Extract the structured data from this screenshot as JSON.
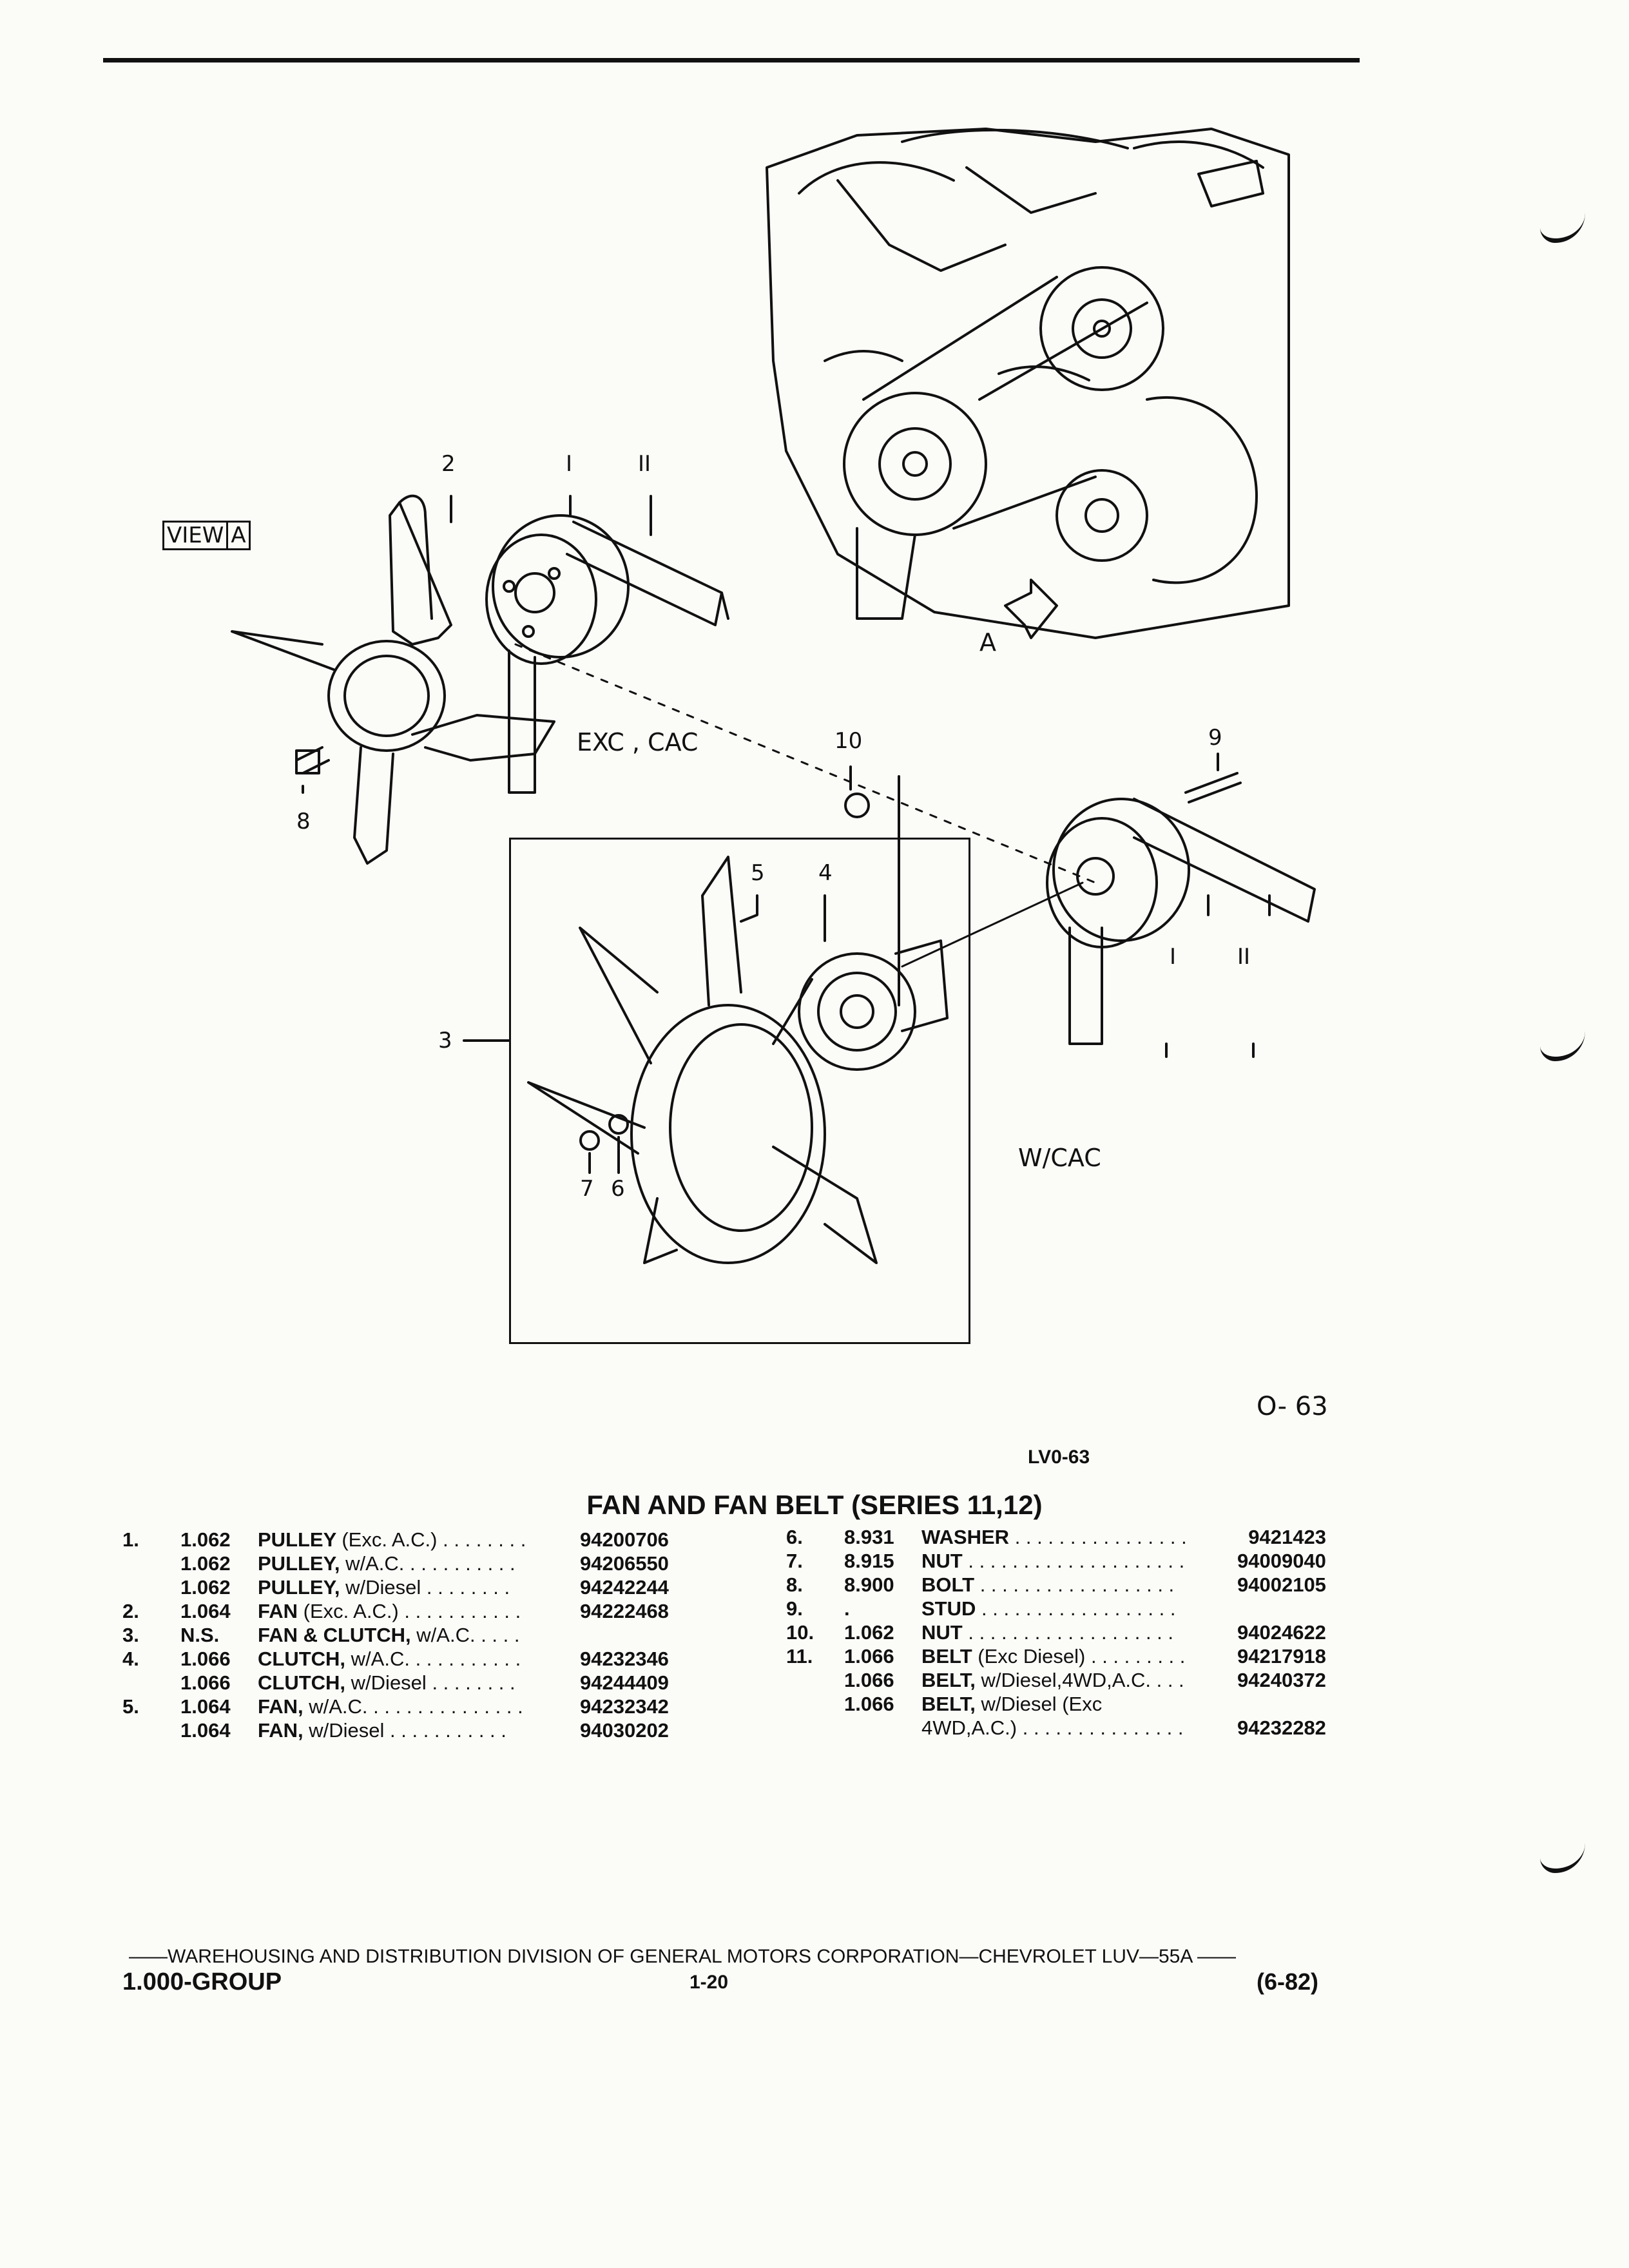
{
  "diagram": {
    "view_label_a": "VIEW",
    "view_label_b": "A",
    "engine_arrow_label": "A",
    "callouts": {
      "c2": "2",
      "c1_top": "I",
      "c11_top": "II",
      "c8": "8",
      "c10": "10",
      "c9": "9",
      "c5": "5",
      "c4": "4",
      "c3": "3",
      "c7": "7",
      "c6": "6",
      "c1_right": "I",
      "c11_right": "II"
    },
    "exc_cac": "EXC , CAC",
    "w_cac": "W/CAC",
    "figure_no": "O- 63",
    "figure_code": "LV0-63"
  },
  "title": "FAN AND FAN BELT (SERIES 11,12)",
  "left_parts": [
    {
      "idx": "1.",
      "code": "1.062",
      "desc": "PULLEY",
      "qual": "(Exc. A.C.)",
      "leader": " . . . . . . . . ",
      "pno": "94200706"
    },
    {
      "idx": "",
      "code": "1.062",
      "desc": "PULLEY,",
      "qual": "w/A.C.",
      "leader": " . . . . . . . . . . ",
      "pno": "94206550"
    },
    {
      "idx": "",
      "code": "1.062",
      "desc": "PULLEY,",
      "qual": "w/Diesel",
      "leader": " . . . . . . . . ",
      "pno": "94242244"
    },
    {
      "idx": "2.",
      "code": "1.064",
      "desc": "FAN",
      "qual": "(Exc. A.C.)",
      "leader": " . . . . . . . . . . . ",
      "pno": "94222468"
    },
    {
      "idx": "3.",
      "code": "N.S.",
      "desc": "FAN & CLUTCH,",
      "qual": "w/A.C.",
      "leader": " . . . . ",
      "pno": ""
    },
    {
      "idx": "4.",
      "code": "1.066",
      "desc": "CLUTCH,",
      "qual": "w/A.C.",
      "leader": " . . . . . . . . . . ",
      "pno": "94232346"
    },
    {
      "idx": "",
      "code": "1.066",
      "desc": "CLUTCH,",
      "qual": "w/Diesel",
      "leader": " . . . . . . . . ",
      "pno": "94244409"
    },
    {
      "idx": "5.",
      "code": "1.064",
      "desc": "FAN,",
      "qual": "w/A.C.",
      "leader": " . . . . . . . . . . . . . . ",
      "pno": "94232342"
    },
    {
      "idx": "",
      "code": "1.064",
      "desc": "FAN,",
      "qual": "w/Diesel",
      "leader": " . . . . . . . . . . . ",
      "pno": "94030202"
    }
  ],
  "right_parts": [
    {
      "idx": "6.",
      "code": "8.931",
      "desc": "WASHER",
      "qual": "",
      "leader": " . . . . . . . . . . . . . . . . ",
      "pno": "9421423"
    },
    {
      "idx": "7.",
      "code": "8.915",
      "desc": "NUT",
      "qual": "",
      "leader": " . . . . . . . . . . . . . . . . . . . . ",
      "pno": "94009040"
    },
    {
      "idx": "8.",
      "code": "8.900",
      "desc": "BOLT",
      "qual": "",
      "leader": " . . . . . . . . . . . . . . . . . . ",
      "pno": "94002105"
    },
    {
      "idx": "9.",
      "code": ".",
      "desc": "STUD",
      "qual": "",
      "leader": " . . . . . . . . . . . . . . . . . . ",
      "pno": ""
    },
    {
      "idx": "10.",
      "code": "1.062",
      "desc": "NUT",
      "qual": "",
      "leader": " . . . . . . . . . . . . . . . . . . . ",
      "pno": "94024622"
    },
    {
      "idx": "11.",
      "code": "1.066",
      "desc": "BELT",
      "qual": "(Exc Diesel)",
      "leader": " . . . . . . . . . ",
      "pno": "94217918"
    },
    {
      "idx": "",
      "code": "1.066",
      "desc": "BELT,",
      "qual": "w/Diesel,4WD,A.C.",
      "leader": " . . . ",
      "pno": "94240372"
    },
    {
      "idx": "",
      "code": "1.066",
      "desc": "BELT,",
      "qual": "w/Diesel (Exc",
      "leader": "",
      "pno": ""
    },
    {
      "idx": "",
      "code": "",
      "desc": "",
      "qual": "4WD,A.C.)",
      "leader": " . . . . . . . . . . . . . . . ",
      "pno": "94232282"
    }
  ],
  "footer": {
    "line": "——WAREHOUSING AND DISTRIBUTION  DIVISION OF GENERAL MOTORS CORPORATION—CHEVROLET LUV—55A  ——",
    "group": "1.000-GROUP",
    "page": "1-20",
    "date": "(6-82)"
  }
}
